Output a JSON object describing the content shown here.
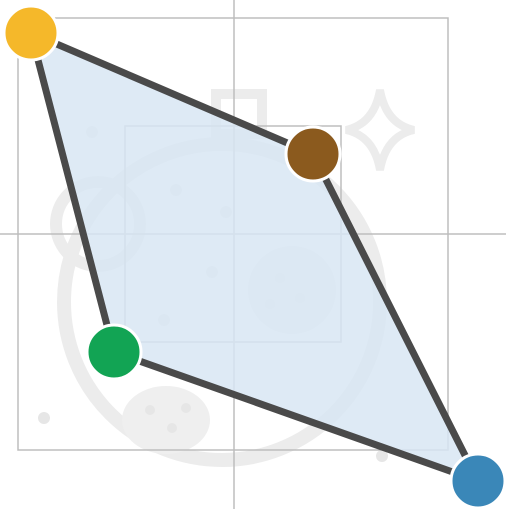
{
  "shape": {
    "fill_color": "#d8e6f3",
    "stroke_color": "#4a4a4a"
  },
  "grid": {
    "line_color": "#bdbdbd",
    "visible": true
  },
  "background_art": {
    "color": "#ececec",
    "icon_names": [
      "planet-icon",
      "sparkle-star-icon",
      "crater-icon"
    ]
  },
  "vertices": [
    {
      "id": "yellow",
      "color": "#f5b82a"
    },
    {
      "id": "brown",
      "color": "#8b5a1e"
    },
    {
      "id": "green",
      "color": "#12a454"
    },
    {
      "id": "blue",
      "color": "#3a87b8"
    }
  ]
}
